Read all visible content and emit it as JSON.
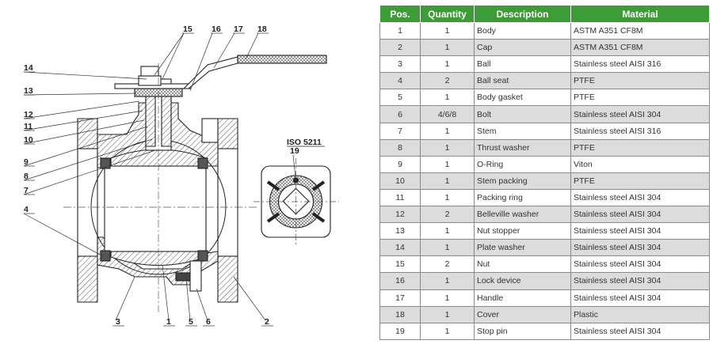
{
  "drawing": {
    "standard_label": "ISO 5211",
    "callouts": {
      "n1": "1",
      "n2": "2",
      "n3": "3",
      "n4": "4",
      "n5": "5",
      "n6": "6",
      "n7": "7",
      "n8": "8",
      "n9": "9",
      "n10": "10",
      "n11": "11",
      "n12": "12",
      "n13": "13",
      "n14": "14",
      "n15": "15",
      "n16": "16",
      "n17": "17",
      "n18": "18",
      "n19": "19"
    }
  },
  "table": {
    "headers": [
      "Pos.",
      "Quantity",
      "Description",
      "Material"
    ],
    "rows": [
      [
        "1",
        "1",
        "Body",
        "ASTM A351 CF8M"
      ],
      [
        "2",
        "1",
        "Cap",
        "ASTM A351 CF8M"
      ],
      [
        "3",
        "1",
        "Ball",
        "Stainless steel AISI 316"
      ],
      [
        "4",
        "2",
        "Ball seat",
        "PTFE"
      ],
      [
        "5",
        "1",
        "Body gasket",
        "PTFE"
      ],
      [
        "6",
        "4/6/8",
        "Bolt",
        "Stainless steel AISI 304"
      ],
      [
        "7",
        "1",
        "Stem",
        "Stainless steel AISI 316"
      ],
      [
        "8",
        "1",
        "Thrust washer",
        "PTFE"
      ],
      [
        "9",
        "1",
        "O-Ring",
        "Viton"
      ],
      [
        "10",
        "1",
        "Stem packing",
        "PTFE"
      ],
      [
        "11",
        "1",
        "Packing ring",
        "Stainless steel AISI 304"
      ],
      [
        "12",
        "2",
        "Belleville washer",
        "Stainless steel AISI 304"
      ],
      [
        "13",
        "1",
        "Nut stopper",
        "Stainless steel AISI 304"
      ],
      [
        "14",
        "1",
        "Plate washer",
        "Stainless steel AISI 304"
      ],
      [
        "15",
        "2",
        "Nut",
        "Stainless steel AISI 304"
      ],
      [
        "16",
        "1",
        "Lock device",
        "Stainless steel AISI 304"
      ],
      [
        "17",
        "1",
        "Handle",
        "Stainless steel AISI 304"
      ],
      [
        "18",
        "1",
        "Cover",
        "Plastic"
      ],
      [
        "19",
        "1",
        "Stop pin",
        "Stainless steel AISI 304"
      ]
    ]
  }
}
